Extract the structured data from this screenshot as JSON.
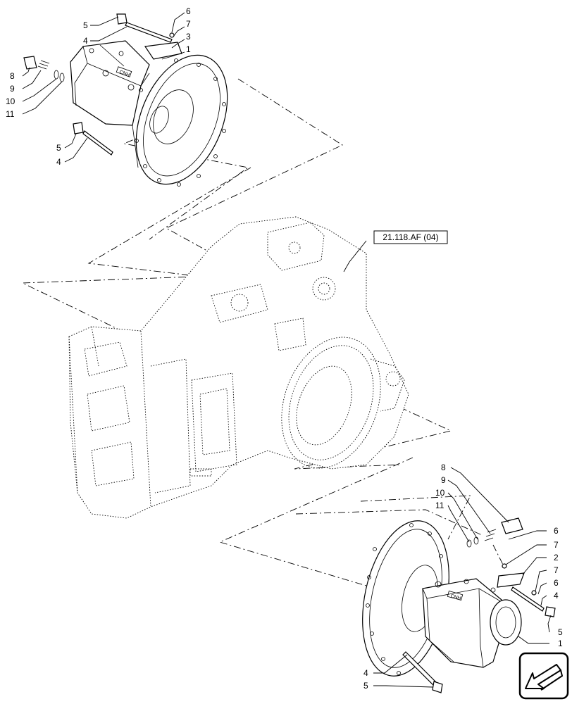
{
  "diagram": {
    "reference_label": "21.118.AF (04)",
    "top_assembly_callouts": [
      "5",
      "4",
      "6",
      "7",
      "3",
      "1",
      "8",
      "9",
      "10",
      "11",
      "5",
      "4"
    ],
    "bottom_assembly_callouts": [
      "8",
      "9",
      "10",
      "11",
      "6",
      "7",
      "2",
      "7",
      "6",
      "4",
      "5",
      "1",
      "4",
      "5"
    ],
    "nav_icon": "arrow-back-icon"
  }
}
